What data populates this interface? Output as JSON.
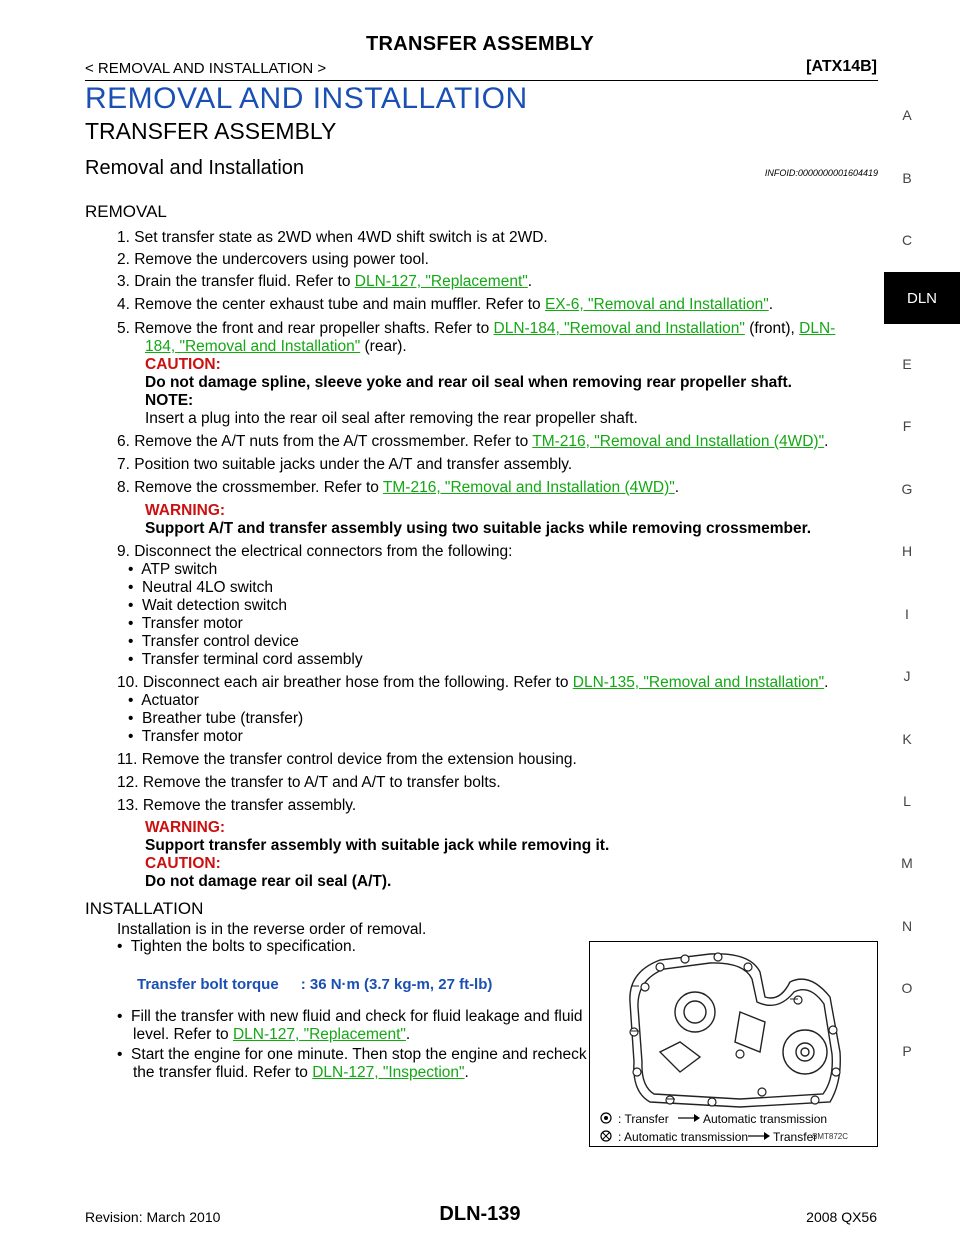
{
  "header": {
    "title": "TRANSFER ASSEMBLY",
    "section": "< REMOVAL AND INSTALLATION >",
    "model_code": "[ATX14B]"
  },
  "headings": {
    "h1": "REMOVAL AND INSTALLATION",
    "h2": "TRANSFER ASSEMBLY",
    "h3": "Removal and Installation",
    "infoid": "INFOID:0000000001604419"
  },
  "removal": {
    "title": "REMOVAL",
    "s1": "1.  Set transfer state as 2WD when 4WD shift switch is at 2WD.",
    "s2": "2.  Remove the undercovers using power tool.",
    "s3_pre": "3.  Drain the transfer fluid. Refer to ",
    "s3_link": "DLN-127, \"Replacement\"",
    "s3_post": ".",
    "s4_pre": "4.  Remove the center exhaust tube and main muffler. Refer to ",
    "s4_link": "EX-6, \"Removal and Installation\"",
    "s4_post": ".",
    "s5_pre": "5.  Remove  the  front  and  rear  propeller  shafts.  Refer  to ",
    "s5_link1": "DLN-184, \"Removal and Installation\"",
    "s5_mid": " (front), ",
    "s5_link2a": "DLN-",
    "s5_link2b": "184, \"Removal and Installation\"",
    "s5_post": " (rear).",
    "s5_caution_label": "CAUTION:",
    "s5_caution": "Do not damage spline, sleeve yoke and rear oil seal when removing rear propeller shaft.",
    "s5_note_label": "NOTE:",
    "s5_note": "Insert a plug into the rear oil seal after removing the rear propeller shaft.",
    "s6_pre": "6.  Remove the A/T nuts from the A/T crossmember. Refer to ",
    "s6_link": "TM-216, \"Removal and Installation (4WD)\"",
    "s6_post": ".",
    "s7": "7.  Position two suitable jacks under the A/T and transfer assembly.",
    "s8_pre": "8.  Remove the crossmember. Refer to ",
    "s8_link": "TM-216, \"Removal and Installation (4WD)\"",
    "s8_post": ".",
    "s8_warning_label": "WARNING:",
    "s8_warning": "Support A/T and transfer assembly using two suitable jacks while removing crossmember.",
    "s9": "9.  Disconnect the electrical connectors from the following:",
    "s9_items": [
      "ATP switch",
      "Neutral 4LO switch",
      "Wait detection switch",
      "Transfer motor",
      "Transfer control device",
      "Transfer terminal cord assembly"
    ],
    "s10_pre": "10.  Disconnect each air breather hose from the following. Refer to ",
    "s10_link": "DLN-135, \"Removal and Installation\"",
    "s10_post": ".",
    "s10_items": [
      "Actuator",
      "Breather tube (transfer)",
      "Transfer motor"
    ],
    "s11": "11.  Remove the transfer control device from the extension housing.",
    "s12": "12.  Remove the transfer to A/T and A/T to transfer bolts.",
    "s13": "13.  Remove the transfer assembly.",
    "s13_warning_label": "WARNING:",
    "s13_warning": "Support transfer assembly with suitable jack while removing it.",
    "s13_caution_label": "CAUTION:",
    "s13_caution": "Do not damage rear oil seal (A/T)."
  },
  "installation": {
    "title": "INSTALLATION",
    "intro": "Installation is in the reverse order of removal.",
    "b1": "Tighten the bolts to specification.",
    "torque_label": "Transfer bolt torque",
    "torque_value": ": 36 N·m (3.7 kg-m, 27 ft-lb)",
    "b2_line1": "Fill the transfer with new fluid and check for fluid leakage and fluid",
    "b2_line2_pre": "level. Refer to ",
    "b2_link": "DLN-127, \"Replacement\"",
    "b2_post": ".",
    "b3_line1": "Start the engine for one minute. Then stop the engine and recheck",
    "b3_line2_pre": "the transfer fluid. Refer to ",
    "b3_link": "DLN-127, \"Inspection\"",
    "b3_post": "."
  },
  "figure": {
    "legend1_a": ":  Transfer",
    "legend1_b": "Automatic transmission",
    "legend2_a": ":  Automatic transmission",
    "legend2_b": "Transfer",
    "code": "SMT872C"
  },
  "sidebar": {
    "letters_top": [
      "A",
      "B",
      "C"
    ],
    "active": "DLN",
    "letters_bottom": [
      "E",
      "F",
      "G",
      "H",
      "I",
      "J",
      "K",
      "L",
      "M",
      "N",
      "O",
      "P"
    ]
  },
  "footer": {
    "revision": "Revision: March 2010",
    "page": "DLN-139",
    "model": "2008 QX56"
  }
}
